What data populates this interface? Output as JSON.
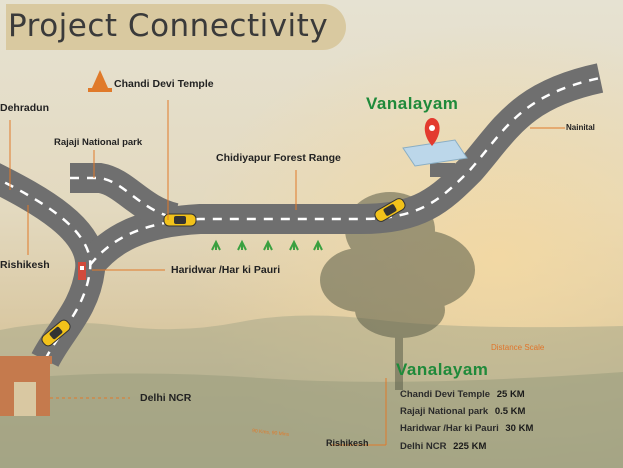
{
  "title": "Project Connectivity",
  "brand": "Vanalayam",
  "places": {
    "dehradun": "Dehradun",
    "chandi_devi": "Chandi Devi Temple",
    "rajaji": "Rajaji National park",
    "chidiyapur": "Chidiyapur Forest Range",
    "nainital": "Nainital",
    "rishikesh_left": "Rishikesh",
    "haridwar": "Haridwar /Har ki Pauri",
    "delhi": "Delhi NCR",
    "rishikesh_bottom": "Rishikesh",
    "highway_note": "90 Kms, 90 Mins"
  },
  "distance": {
    "heading": "Distance Scale",
    "brand": "Vanalayam",
    "rows": [
      {
        "place": "Chandi Devi Temple",
        "value": "25 KM"
      },
      {
        "place": "Rajaji National park",
        "value": "0.5 KM"
      },
      {
        "place": "Haridwar /Har ki Pauri",
        "value": "30 KM"
      },
      {
        "place": "Delhi NCR",
        "value": "225 KM"
      }
    ]
  },
  "colors": {
    "road": "#6f6f6f",
    "brand_green": "#1f8a3a",
    "accent_orange": "#e0742a",
    "title_pill": "#d9c9a0",
    "taxi": "#f2c21a"
  }
}
